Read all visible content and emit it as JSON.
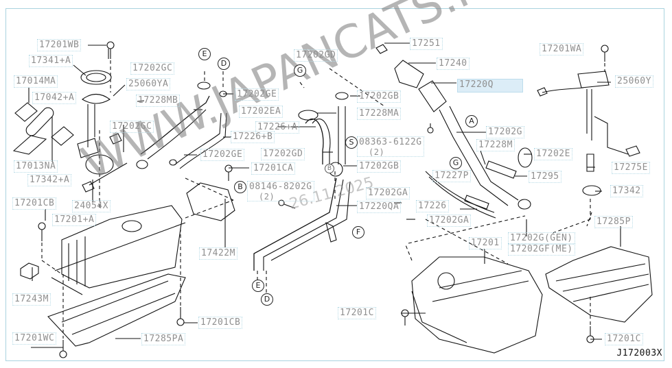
{
  "diagram_code": "J172003X",
  "watermark": "WWW.JAPANCATS.RU",
  "date_stamp": "26.11.2025",
  "colors": {
    "frame": "#a9d3df",
    "label_text": "#8f8f8f",
    "highlight": "#dcedf7",
    "line": "#111111"
  },
  "labels": {
    "l17201WB": "17201WB",
    "l17341A": "17341+A",
    "l17014MA": "17014MA",
    "l17042A": "17042+A",
    "l25060YA": "25060YA",
    "l17202GC_top": "17202GC",
    "l17228MB": "17228MB",
    "l17202GC_mid": "17202GC",
    "l17013NA": "17013NA",
    "l17342A": "17342+A",
    "l24054X": "24054X",
    "l17201CB_left": "17201CB",
    "l17201A": "17201+A",
    "l17243M": "17243M",
    "l17201WC": "17201WC",
    "l17285PA": "17285PA",
    "l17201CB_bottom": "17201CB",
    "l17202GE_top": "17202GE",
    "l17202EA": "17202EA",
    "l17226A": "17226+A",
    "l17226B": "17226+B",
    "l17202GE_mid": "17202GE",
    "l17202GD_mid": "17202GD",
    "l17201CA": "17201CA",
    "l08146": "08146-8202G",
    "l08146_qty": "(2)",
    "l17422M": "17422M",
    "l17202GD_top": "17202GD",
    "l17202GB_top": "17202GB",
    "l17228MA": "17228MA",
    "l08363": "08363-6122G",
    "l08363_qty": "(2)",
    "l17202GB_mid": "17202GB",
    "l17202GA_mid": "17202GA",
    "l17220QA": "17220QA",
    "l17251": "17251",
    "l17240": "17240",
    "l17220Q": "17220Q",
    "l17202G": "17202G",
    "l17228M": "17228M",
    "l17227P": "17227P",
    "l17226": "17226",
    "l17202GA_low": "17202GA",
    "l17201": "17201",
    "l17202G_GEN": "17202G(GEN)",
    "l17202GF_ME": "17202GF(ME)",
    "l17201C_mid": "17201C",
    "l17201WA": "17201WA",
    "l25060Y": "25060Y",
    "l17202E": "17202E",
    "l17295": "17295",
    "l17275E": "17275E",
    "l17342": "17342",
    "l17285P": "17285P",
    "l17201C_right": "17201C"
  },
  "callouts": {
    "E1": "E",
    "D1": "D",
    "G1": "G",
    "A1": "A",
    "S1": "S",
    "B1": "B",
    "F1": "F",
    "G2": "G",
    "E2": "E",
    "D2": "D",
    "B2": "B"
  }
}
